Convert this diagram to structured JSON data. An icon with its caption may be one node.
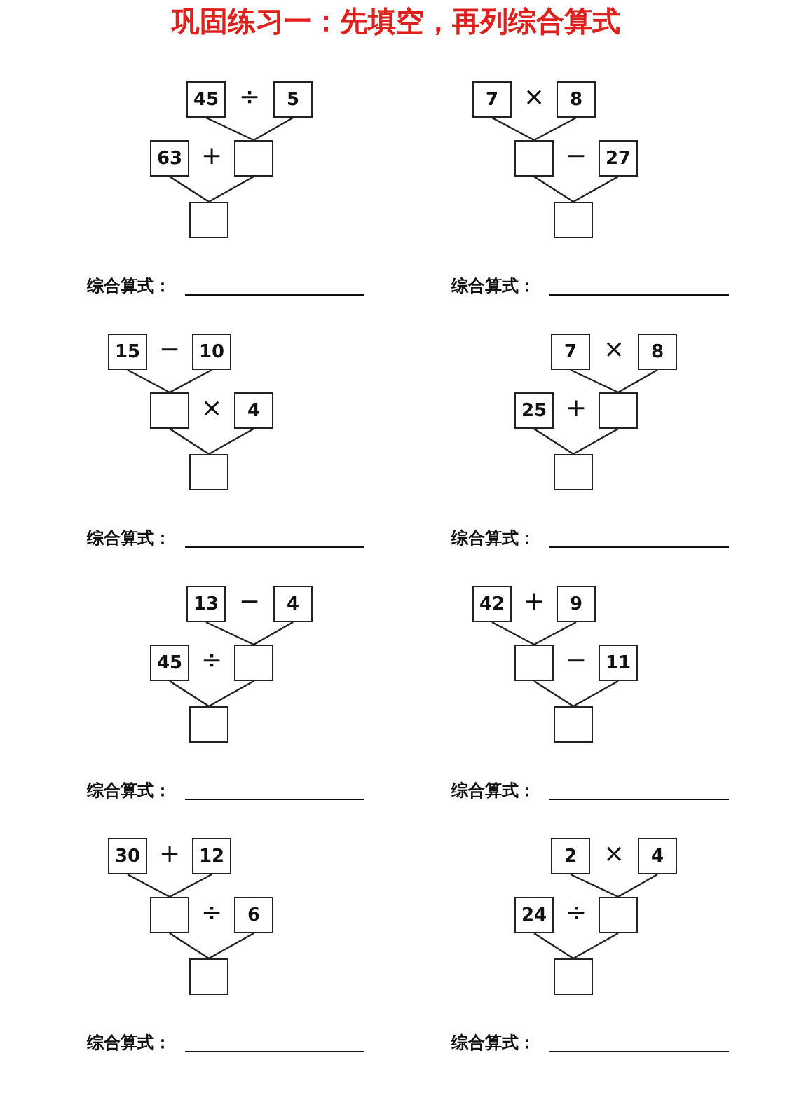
{
  "diagram": {
    "title": "巩固练习一：先填空，再列综合算式",
    "nodes": [
      {
        "text": [
          "45"
        ]
      },
      {
        "text": [
          "5"
        ]
      },
      {
        "text": [
          "63"
        ]
      },
      {
        "text": [],
        "shape": "box"
      },
      {
        "text": [],
        "shape": "box"
      },
      {
        "text": [
          "7"
        ]
      },
      {
        "text": [
          "8"
        ]
      },
      {
        "text": [],
        "shape": "box"
      },
      {
        "text": [
          "27"
        ]
      },
      {
        "text": [],
        "shape": "box"
      },
      {
        "text": [
          "15"
        ]
      },
      {
        "text": [
          "10"
        ]
      },
      {
        "text": [],
        "shape": "box"
      },
      {
        "text": [
          "4"
        ]
      },
      {
        "text": [],
        "shape": "box"
      },
      {
        "text": [
          "7"
        ]
      },
      {
        "text": [
          "8"
        ]
      },
      {
        "text": [
          "25"
        ]
      },
      {
        "text": [],
        "shape": "box"
      },
      {
        "text": [],
        "shape": "box"
      },
      {
        "text": [
          "13"
        ]
      },
      {
        "text": [
          "4"
        ]
      },
      {
        "text": [
          "45"
        ]
      },
      {
        "text": [],
        "shape": "box"
      },
      {
        "text": [],
        "shape": "box"
      },
      {
        "text": [
          "42"
        ]
      },
      {
        "text": [
          "9"
        ]
      },
      {
        "text": [],
        "shape": "box"
      },
      {
        "text": [
          "11"
        ]
      },
      {
        "text": [],
        "shape": "box"
      },
      {
        "text": [
          "30"
        ]
      },
      {
        "text": [
          "12"
        ]
      },
      {
        "text": [],
        "shape": "box"
      },
      {
        "text": [
          "6"
        ]
      },
      {
        "text": [],
        "shape": "box"
      },
      {
        "text": [
          "2"
        ]
      },
      {
        "text": [
          "4"
        ]
      },
      {
        "text": [
          "24"
        ]
      },
      {
        "text": [],
        "shape": "box"
      },
      {
        "text": [],
        "shape": "box"
      }
    ],
    "edges": [
      {
        "from": 0,
        "to": 3,
        "arrow": "none"
      },
      {
        "from": 1,
        "to": 3,
        "arrow": "none"
      },
      {
        "from": 2,
        "to": 4,
        "arrow": "none"
      },
      {
        "from": 3,
        "to": 4,
        "arrow": "none"
      },
      {
        "from": 5,
        "to": 7,
        "arrow": "none"
      },
      {
        "from": 6,
        "to": 7,
        "arrow": "none"
      },
      {
        "from": 7,
        "to": 9,
        "arrow": "none"
      },
      {
        "from": 8,
        "to": 9,
        "arrow": "none"
      },
      {
        "from": 10,
        "to": 12,
        "arrow": "none"
      },
      {
        "from": 11,
        "to": 12,
        "arrow": "none"
      },
      {
        "from": 12,
        "to": 14,
        "arrow": "none"
      },
      {
        "from": 13,
        "to": 14,
        "arrow": "none"
      },
      {
        "from": 15,
        "to": 18,
        "arrow": "none"
      },
      {
        "from": 16,
        "to": 18,
        "arrow": "none"
      },
      {
        "from": 17,
        "to": 19,
        "arrow": "none"
      },
      {
        "from": 18,
        "to": 19,
        "arrow": "none"
      },
      {
        "from": 20,
        "to": 23,
        "arrow": "none"
      },
      {
        "from": 21,
        "to": 23,
        "arrow": "none"
      },
      {
        "from": 22,
        "to": 24,
        "arrow": "none"
      },
      {
        "from": 23,
        "to": 24,
        "arrow": "none"
      },
      {
        "from": 25,
        "to": 27,
        "arrow": "none"
      },
      {
        "from": 26,
        "to": 27,
        "arrow": "none"
      },
      {
        "from": 27,
        "to": 29,
        "arrow": "none"
      },
      {
        "from": 28,
        "to": 29,
        "arrow": "none"
      },
      {
        "from": 30,
        "to": 32,
        "arrow": "none"
      },
      {
        "from": 31,
        "to": 32,
        "arrow": "none"
      },
      {
        "from": 32,
        "to": 34,
        "arrow": "none"
      },
      {
        "from": 33,
        "to": 34,
        "arrow": "none"
      },
      {
        "from": 35,
        "to": 38,
        "arrow": "none"
      },
      {
        "from": 36,
        "to": 38,
        "arrow": "none"
      },
      {
        "from": 37,
        "to": 39,
        "arrow": "none"
      },
      {
        "from": 38,
        "to": 39,
        "arrow": "none"
      }
    ],
    "labels": [
      "÷",
      "×",
      "+",
      "−",
      "综合算式：",
      "综合算式：",
      "−",
      "×",
      "×",
      "+",
      "综合算式：",
      "综合算式：",
      "−",
      "+",
      "÷",
      "−",
      "综合算式：",
      "综合算式：",
      "+",
      "×",
      "÷",
      "÷",
      "综合算式：",
      "综合算式："
    ]
  }
}
